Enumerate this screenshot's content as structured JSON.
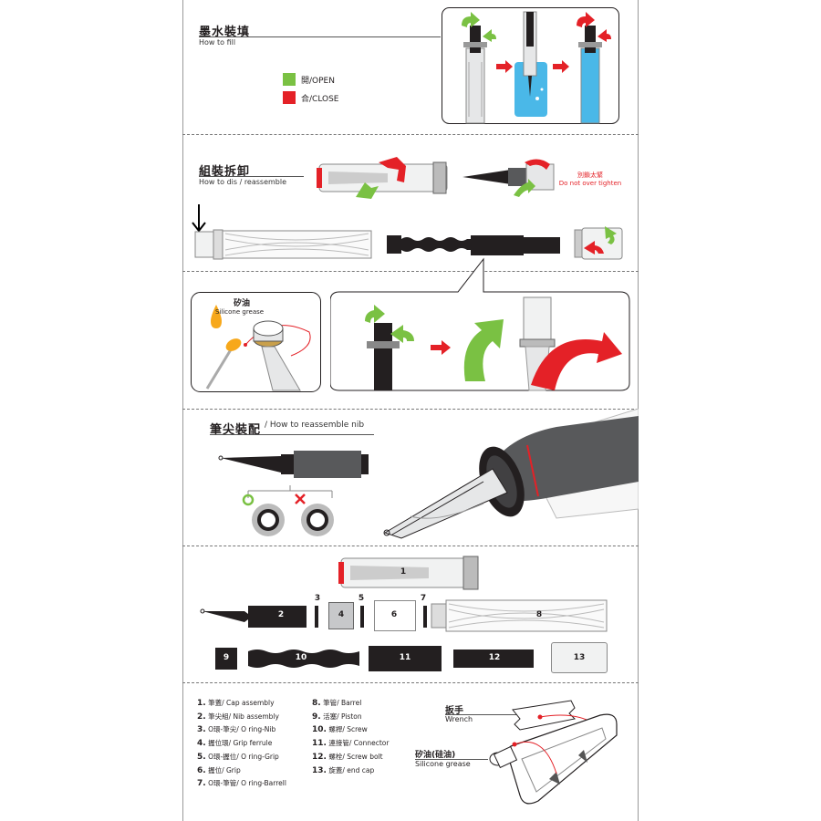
{
  "colors": {
    "green": "#7ac143",
    "red": "#e42127",
    "dark": "#231f20",
    "blue": "#4ab8e8",
    "grey": "#58595b"
  },
  "fill": {
    "title_zh": "墨水裝填",
    "title_en": "How to fill",
    "open": "開/OPEN",
    "close": "合/CLOSE"
  },
  "reassemble": {
    "title_zh": "組裝拆卸",
    "title_en": "How to dis / reassemble",
    "warn_zh": "別鎖太緊",
    "warn_en": "Do not over tighten"
  },
  "grease": {
    "zh": "矽油",
    "en": "Silicone grease"
  },
  "nib": {
    "title_zh": "筆尖裝配",
    "title_en": "/ How to reassemble nib"
  },
  "part_tags": [
    "1",
    "2",
    "3",
    "4",
    "5",
    "6",
    "7",
    "8",
    "9",
    "10",
    "11",
    "12",
    "13"
  ],
  "parts_left": [
    {
      "n": "1.",
      "zh": "筆蓋",
      "en": "/ Cap assembly"
    },
    {
      "n": "2.",
      "zh": "筆尖組",
      "en": "/ Nib assembly"
    },
    {
      "n": "3.",
      "zh": "O環-",
      "en": "筆尖/ O ring-Nib"
    },
    {
      "n": "4.",
      "zh": "握位環",
      "en": "/ Grip ferrule"
    },
    {
      "n": "5.",
      "zh": "O環-",
      "en": "握位/ O ring-Grip"
    },
    {
      "n": "6.",
      "zh": "握位",
      "en": "/ Grip"
    },
    {
      "n": "7.",
      "zh": "O環-",
      "en": "筆管/ O ring-Barrell"
    }
  ],
  "parts_right": [
    {
      "n": "8.",
      "zh": "筆管",
      "en": "/ Barrel"
    },
    {
      "n": "9.",
      "zh": "活塞",
      "en": "/ Piston"
    },
    {
      "n": "10.",
      "zh": "螺桿",
      "en": "/ Screw"
    },
    {
      "n": "11.",
      "zh": "連接管",
      "en": "/ Connector"
    },
    {
      "n": "12.",
      "zh": "螺栓",
      "en": "/ Screw bolt"
    },
    {
      "n": "13.",
      "zh": "旋蓋",
      "en": "/ end cap"
    }
  ],
  "tools": {
    "wrench_zh": "扳手",
    "wrench_en": "Wrench",
    "grease_zh": "矽油(硅油)",
    "grease_en": "Silicone grease"
  }
}
